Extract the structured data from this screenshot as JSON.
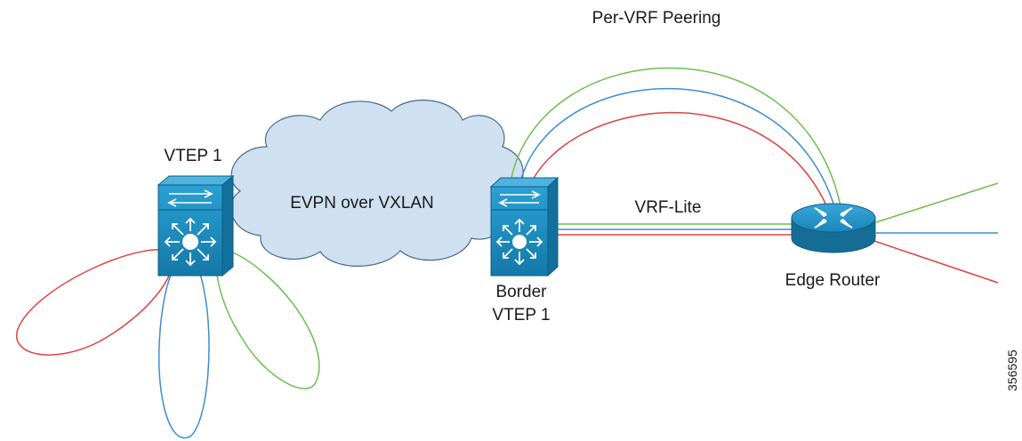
{
  "labels": {
    "per_vrf_peering": "Per-VRF Peering",
    "vtep1": "VTEP 1",
    "evpn_cloud": "EVPN over VXLAN",
    "vrf_lite": "VRF-Lite",
    "border_line1": "Border",
    "border_line2": "VTEP 1",
    "edge_router": "Edge Router",
    "figure_id": "356595"
  },
  "colors": {
    "green": "#6cbf4e",
    "blue": "#3b8ed1",
    "red": "#e0413e",
    "device_blue": "#1d8fc2",
    "device_dark": "#156d96",
    "cloud_fill": "#cfe0f0",
    "cloud_stroke": "#4a6a8c"
  },
  "icons": {
    "switch": "multilayer-switch-icon",
    "router": "router-icon",
    "cloud": "cloud-icon"
  }
}
